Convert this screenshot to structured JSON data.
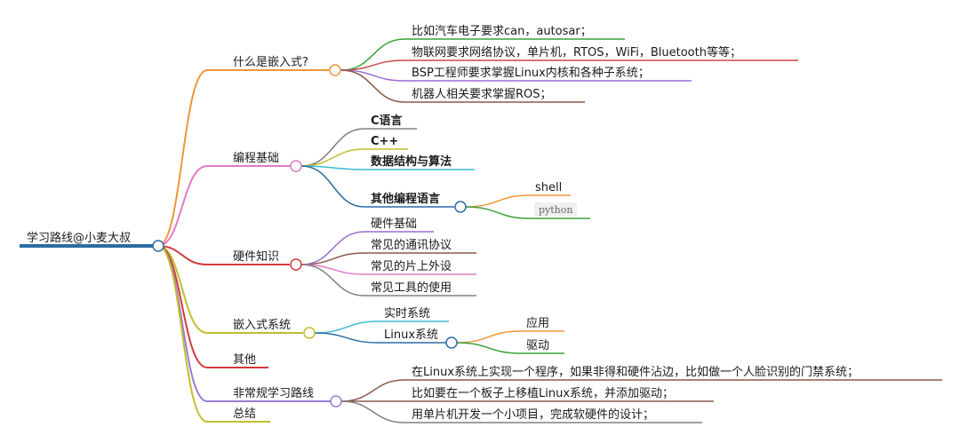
{
  "root": {
    "label": "学习路线@小麦大叔"
  },
  "branches": {
    "b1": {
      "label": "什么是嵌入式?",
      "items": [
        "比如汽车电子要求can，autosar；",
        "物联网要求网络协议，单片机，RTOS，WiFi，Bluetooth等等；",
        "BSP工程师要求掌握Linux内核和各种子系统；",
        "机器人相关要求掌握ROS；"
      ]
    },
    "b2": {
      "label": "编程基础",
      "items": [
        "C语言",
        "C++",
        "数据结构与算法",
        "其他编程语言"
      ],
      "other_children": [
        "shell",
        "python"
      ]
    },
    "b3": {
      "label": "硬件知识",
      "items": [
        "硬件基础",
        "常见的通讯协议",
        "常见的片上外设",
        "常见工具的使用"
      ]
    },
    "b4": {
      "label": "嵌入式系统",
      "items": [
        "实时系统",
        "Linux系统"
      ],
      "linux_children": [
        "应用",
        "驱动"
      ]
    },
    "b5": {
      "label": "其他"
    },
    "b6": {
      "label": "非常规学习路线",
      "items": [
        "在Linux系统上实现一个程序，如果非得和硬件沾边，比如做一个人脸识别的门禁系统；",
        "比如要在一个板子上移植Linux系统，并添加驱动；",
        "用单片机开发一个小项目，完成软硬件的设计；"
      ]
    },
    "b7": {
      "label": "总结"
    }
  },
  "colors": {
    "root": "#2b6ca3",
    "b1": "#f0953a",
    "b2": "#e27bc6",
    "b3": "#d23a3a",
    "b4": "#c2bd2c",
    "b5": "#d23a3a",
    "b6": "#9a7bd1",
    "b7": "#c2bd2c",
    "green": "#3aa23a",
    "red": "#c84848",
    "purple": "#9a6fcf",
    "brown": "#8a5a4a",
    "gray": "#808080",
    "olive": "#c2bd2c",
    "cyan": "#3cbad0",
    "blue": "#2b6ca3",
    "orange": "#f0953a",
    "pink": "#e27bc6"
  }
}
